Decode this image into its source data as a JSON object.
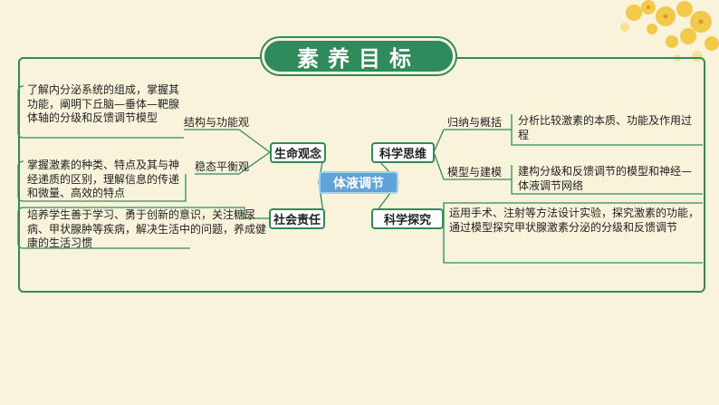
{
  "banner": {
    "title": "素养目标"
  },
  "center": {
    "label": "体液调节"
  },
  "left_nodes": {
    "life_view": "生命观念",
    "social_resp": "社会责任"
  },
  "right_nodes": {
    "sci_thinking": "科学思维",
    "sci_inquiry": "科学探究"
  },
  "sub_labels": {
    "structure_function": "结构与功能观",
    "homeostasis": "稳态平衡观",
    "induction": "归纳与概括",
    "modeling": "模型与建模"
  },
  "descriptions": {
    "structure_function": "了解内分泌系统的组成，掌握其功能，阐明下丘脑—垂体—靶腺体轴的分级和反馈调节模型",
    "homeostasis": "掌握激素的种类、特点及其与神经递质的区别，理解信息的传递和微量、高效的特点",
    "social_resp": "培养学生善于学习、勇于创新的意识，关注糖尿病、甲状腺肿等疾病，解决生活中的问题，养成健康的生活习惯",
    "induction": "分析比较激素的本质、功能及作用过程",
    "modeling": "建构分级和反馈调节的模型和神经—体液调节网络",
    "sci_inquiry": "运用手术、注射等方法设计实验，探究激素的功能，通过模型探究甲状腺激素分泌的分级和反馈调节"
  },
  "colors": {
    "accent": "#2f8b5c",
    "center": "#5fa3d8",
    "background": "#faf3dc",
    "flower": "#f3c53c"
  }
}
